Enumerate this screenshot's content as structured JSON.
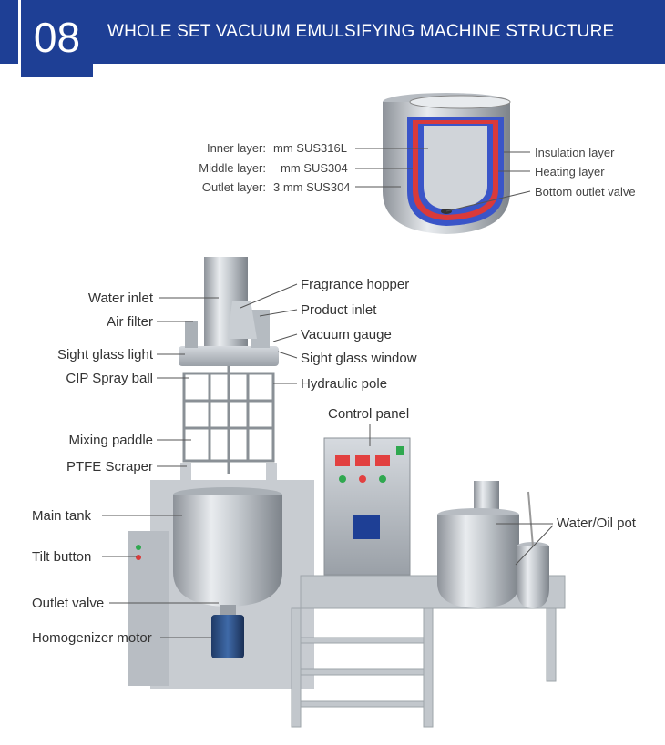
{
  "header": {
    "number": "08",
    "title": "WHOLE SET VACUUM EMULSIFYING MACHINE STRUCTURE"
  },
  "layers": {
    "inner": {
      "label": "Inner layer:",
      "value": "mm SUS316L"
    },
    "middle": {
      "label": "Middle layer:",
      "value": "mm SUS304"
    },
    "outlet": {
      "label": "Outlet layer:",
      "value": "3 mm SUS304"
    },
    "insulation": "Insulation layer",
    "heating": "Heating layer",
    "bottom_valve": "Bottom outlet valve"
  },
  "left_labels": {
    "water_inlet": "Water inlet",
    "air_filter": "Air filter",
    "sight_glass_light": "Sight glass light",
    "cip_spray_ball": "CIP Spray ball",
    "mixing_paddle": "Mixing paddle",
    "ptfe_scraper": "PTFE Scraper",
    "main_tank": "Main tank",
    "tilt_button": "Tilt button",
    "outlet_valve": "Outlet valve",
    "homogenizer_motor": "Homogenizer motor"
  },
  "right_labels": {
    "fragrance_hopper": "Fragrance hopper",
    "product_inlet": "Product inlet",
    "vacuum_gauge": "Vacuum gauge",
    "sight_glass_window": "Sight glass window",
    "hydraulic_pole": "Hydraulic pole",
    "control_panel": "Control panel",
    "water_oil_pot": "Water/Oil pot"
  },
  "colors": {
    "header": "#1e3f95",
    "insulation": "#3a55c8",
    "heating": "#d93a3a"
  }
}
